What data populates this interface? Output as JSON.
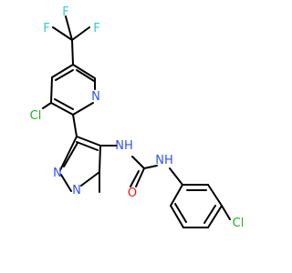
{
  "molecule": {
    "colors": {
      "bond": "#000000",
      "F": "#33cccc",
      "Cl": "#1fb21f",
      "N": "#3050f8",
      "O": "#ff0d0d",
      "background": "#ffffff"
    },
    "labels": {
      "f1": "F",
      "f2": "F",
      "f3": "F",
      "cl_pyridine": "Cl",
      "n_pyridine": "N",
      "nh_urea_left": "NH",
      "nh_urea_right": "NH",
      "n_pyrazole_1": "N",
      "n_pyrazole_2": "N",
      "o_carbonyl": "O",
      "cl_phenyl": "Cl"
    }
  }
}
